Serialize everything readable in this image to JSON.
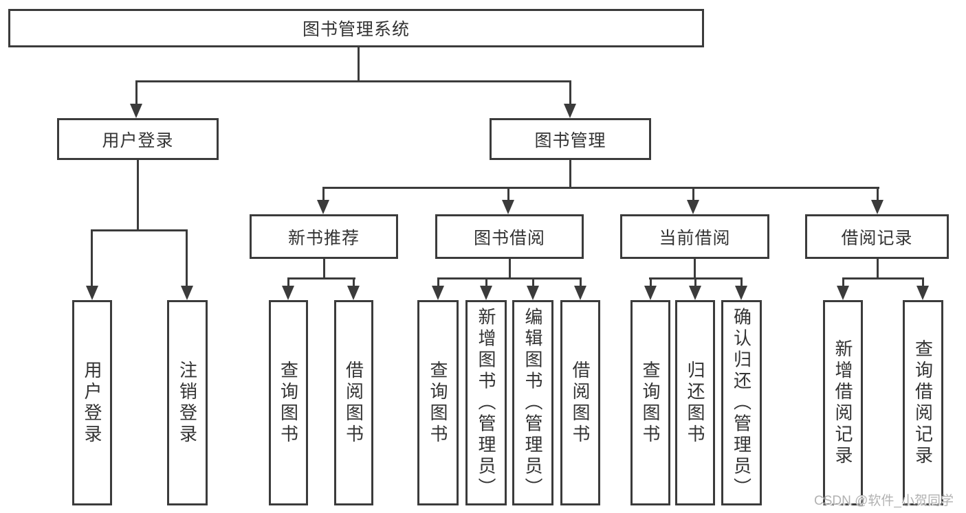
{
  "diagram_title": "图书管理系统",
  "watermark": "CSDN @软件_小贺同学",
  "tree": {
    "label": "图书管理系统",
    "children": [
      {
        "label": "用户登录",
        "children": [
          {
            "label": "用户登录"
          },
          {
            "label": "注销登录"
          }
        ]
      },
      {
        "label": "图书管理",
        "children": [
          {
            "label": "新书推荐",
            "children": [
              {
                "label": "查询图书"
              },
              {
                "label": "借阅图书"
              }
            ]
          },
          {
            "label": "图书借阅",
            "children": [
              {
                "label": "查询图书"
              },
              {
                "label": "新增图书（管理员）"
              },
              {
                "label": "编辑图书（管理员）"
              },
              {
                "label": "借阅图书"
              }
            ]
          },
          {
            "label": "当前借阅",
            "children": [
              {
                "label": "查询图书"
              },
              {
                "label": "归还图书"
              },
              {
                "label": "确认归还（管理员）"
              }
            ]
          },
          {
            "label": "借阅记录",
            "children": [
              {
                "label": "新增借阅记录"
              },
              {
                "label": "查询借阅记录"
              }
            ]
          }
        ]
      }
    ]
  },
  "style": {
    "line_color": "#3b3b3b",
    "text_color": "#333333",
    "background": "#ffffff",
    "watermark_color": "#b2b2b2"
  }
}
